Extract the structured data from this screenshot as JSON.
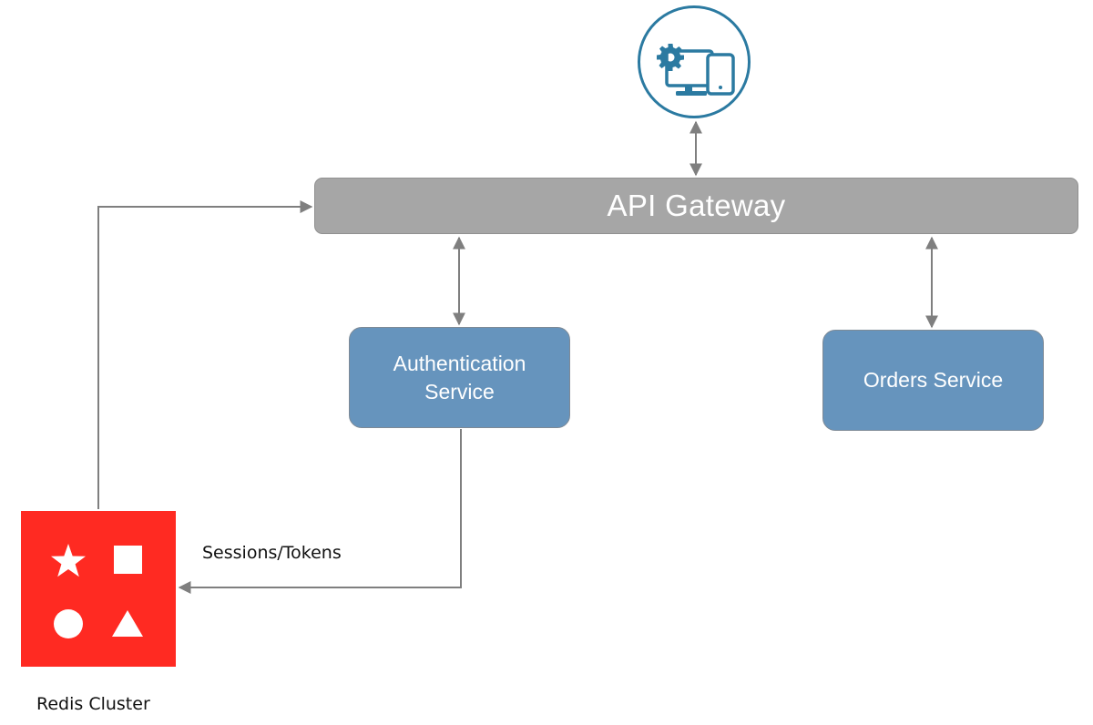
{
  "diagram": {
    "nodes": {
      "client": {
        "icon": "client-devices-icon",
        "color": "#2b7aa1"
      },
      "gateway": {
        "label": "API Gateway",
        "color": "#a6a6a6"
      },
      "auth_service": {
        "line1": "Authentication",
        "line2": "Service",
        "color": "#6694bd"
      },
      "orders_service": {
        "label": "Orders Service",
        "color": "#6694bd"
      },
      "redis": {
        "label": "Redis Cluster",
        "icon": "redis-shapes-icon",
        "color": "#ff2a22"
      }
    },
    "edges": [
      {
        "from": "client",
        "to": "gateway",
        "direction": "both"
      },
      {
        "from": "gateway",
        "to": "auth_service",
        "direction": "both"
      },
      {
        "from": "gateway",
        "to": "orders_service",
        "direction": "both"
      },
      {
        "from": "auth_service",
        "to": "redis",
        "direction": "forward",
        "label": "Sessions/Tokens"
      },
      {
        "from": "redis",
        "to": "gateway",
        "direction": "forward"
      }
    ]
  }
}
